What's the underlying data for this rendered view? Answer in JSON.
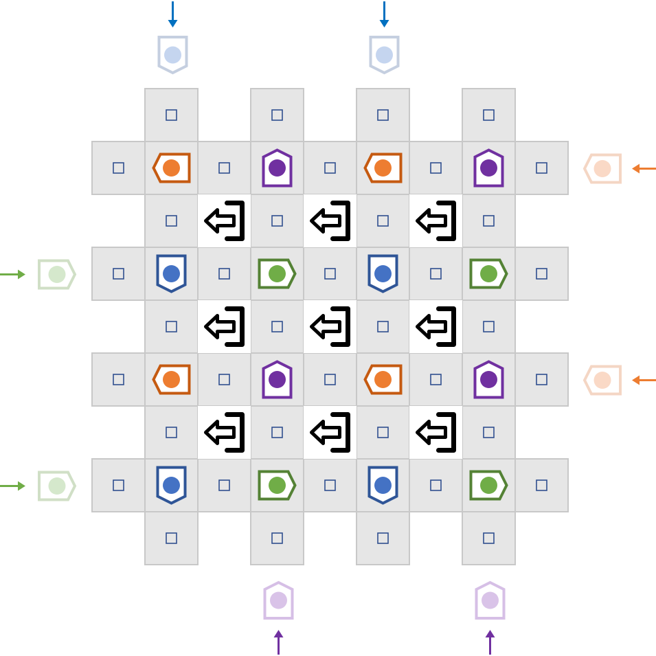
{
  "colors": {
    "cell_fill": "#e6e6e6",
    "cell_stroke": "#c8c8c8",
    "marker": "#2f4f8f",
    "blue": "#2f5597",
    "blue_dot": "#4472c4",
    "orange": "#c55a11",
    "orange_dot": "#ed7d31",
    "purple": "#7030a0",
    "purple_dot": "#7030a0",
    "green": "#548235",
    "green_dot": "#70ad47",
    "exit": "#000000",
    "blue_ghost": "#c5cfe0",
    "blue_ghost_dot": "#c5d5ef",
    "orange_ghost": "#f4d6c4",
    "orange_ghost_dot": "#fad9c6",
    "purple_ghost": "#d6bfe6",
    "purple_ghost_dot": "#d9c3e8",
    "green_ghost": "#d0dfc6",
    "green_ghost_dot": "#d5e8cc",
    "arrow_blue": "#0070c0",
    "arrow_orange": "#ed7d31",
    "arrow_purple": "#7030a0",
    "arrow_green": "#70ad47"
  },
  "pieces": [
    {
      "kind": "tag-left",
      "color": "orange",
      "row": 1,
      "col": 1
    },
    {
      "kind": "tag-up",
      "color": "purple",
      "row": 1,
      "col": 3
    },
    {
      "kind": "tag-left",
      "color": "orange",
      "row": 1,
      "col": 5
    },
    {
      "kind": "tag-up",
      "color": "purple",
      "row": 1,
      "col": 7
    },
    {
      "kind": "tag-down",
      "color": "blue",
      "row": 3,
      "col": 1
    },
    {
      "kind": "tag-right",
      "color": "green",
      "row": 3,
      "col": 3
    },
    {
      "kind": "tag-down",
      "color": "blue",
      "row": 3,
      "col": 5
    },
    {
      "kind": "tag-right",
      "color": "green",
      "row": 3,
      "col": 7
    },
    {
      "kind": "tag-left",
      "color": "orange",
      "row": 5,
      "col": 1
    },
    {
      "kind": "tag-up",
      "color": "purple",
      "row": 5,
      "col": 3
    },
    {
      "kind": "tag-left",
      "color": "orange",
      "row": 5,
      "col": 5
    },
    {
      "kind": "tag-up",
      "color": "purple",
      "row": 5,
      "col": 7
    },
    {
      "kind": "tag-down",
      "color": "blue",
      "row": 7,
      "col": 1
    },
    {
      "kind": "tag-right",
      "color": "green",
      "row": 7,
      "col": 3
    },
    {
      "kind": "tag-down",
      "color": "blue",
      "row": 7,
      "col": 5
    },
    {
      "kind": "tag-right",
      "color": "green",
      "row": 7,
      "col": 7
    }
  ],
  "exits": [
    {
      "row": 2,
      "col": 2
    },
    {
      "row": 2,
      "col": 4
    },
    {
      "row": 2,
      "col": 6
    },
    {
      "row": 4,
      "col": 2
    },
    {
      "row": 4,
      "col": 4
    },
    {
      "row": 4,
      "col": 6
    },
    {
      "row": 6,
      "col": 2
    },
    {
      "row": 6,
      "col": 4
    },
    {
      "row": 6,
      "col": 6
    }
  ],
  "entry_tokens": [
    {
      "side": "top",
      "index": 1,
      "kind": "tag-down",
      "color": "blue_ghost",
      "arrow": "arrow_blue"
    },
    {
      "side": "top",
      "index": 5,
      "kind": "tag-down",
      "color": "blue_ghost",
      "arrow": "arrow_blue"
    },
    {
      "side": "right",
      "index": 1,
      "kind": "tag-left",
      "color": "orange_ghost",
      "arrow": "arrow_orange"
    },
    {
      "side": "right",
      "index": 5,
      "kind": "tag-left",
      "color": "orange_ghost",
      "arrow": "arrow_orange"
    },
    {
      "side": "left",
      "index": 3,
      "kind": "tag-right",
      "color": "green_ghost",
      "arrow": "arrow_green"
    },
    {
      "side": "left",
      "index": 7,
      "kind": "tag-right",
      "color": "green_ghost",
      "arrow": "arrow_green"
    },
    {
      "side": "bottom",
      "index": 3,
      "kind": "tag-up",
      "color": "purple_ghost",
      "arrow": "arrow_purple"
    },
    {
      "side": "bottom",
      "index": 7,
      "kind": "tag-up",
      "color": "purple_ghost",
      "arrow": "arrow_purple"
    }
  ]
}
